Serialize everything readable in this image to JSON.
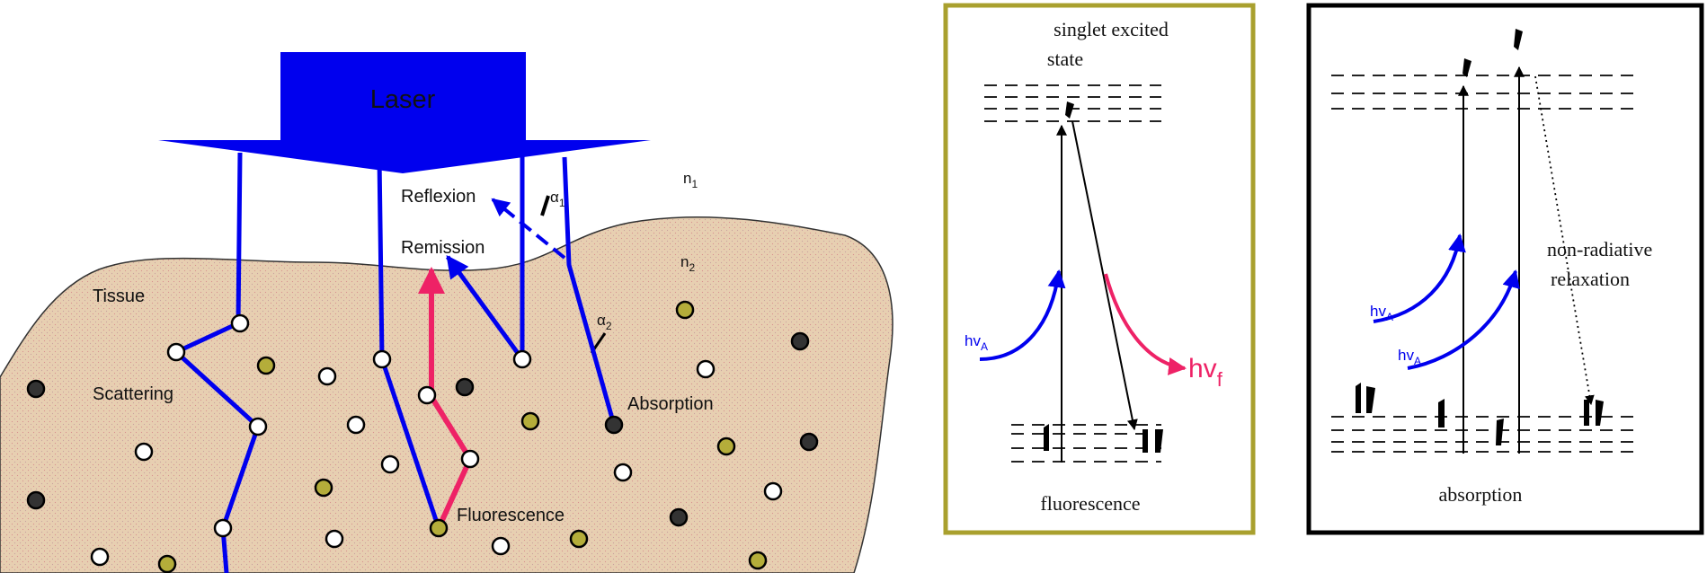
{
  "tissue_diagram": {
    "laser_label": "Laser",
    "reflexion_label": "Reflexion",
    "remission_label": "Remission",
    "tissue_label": "Tissue",
    "scattering_label": "Scattering",
    "absorption_label": "Absorption",
    "fluorescence_label": "Fluorescence",
    "n1_base": "n",
    "n1_sub": "1",
    "n2_base": "n",
    "n2_sub": "2",
    "alpha1_base": "α",
    "alpha1_sub": "1",
    "alpha2_base": "α",
    "alpha2_sub": "2",
    "colors": {
      "laser": "#0000ee",
      "fluorescence": "#ee2266",
      "tissue": "#e7cfb1"
    }
  },
  "fluorescence_panel": {
    "title_line1": "singlet excited",
    "title_line2": "state",
    "caption": "fluorescence",
    "hv_a_base": "hv",
    "hv_a_sub": "A",
    "hv_f_base": "hv",
    "hv_f_sub": "f",
    "colors": {
      "frame": "#a9a02e",
      "excitation": "#0000ee",
      "emission": "#ee2266"
    }
  },
  "absorption_panel": {
    "caption": "absorption",
    "nonrad_line1": "non-radiative",
    "nonrad_line2": "relaxation",
    "hv_a1_base": "hv",
    "hv_a1_sub": "A",
    "hv_a2_base": "hv",
    "hv_a2_sub": "A",
    "colors": {
      "frame": "#000000",
      "excitation": "#0000ee"
    }
  }
}
